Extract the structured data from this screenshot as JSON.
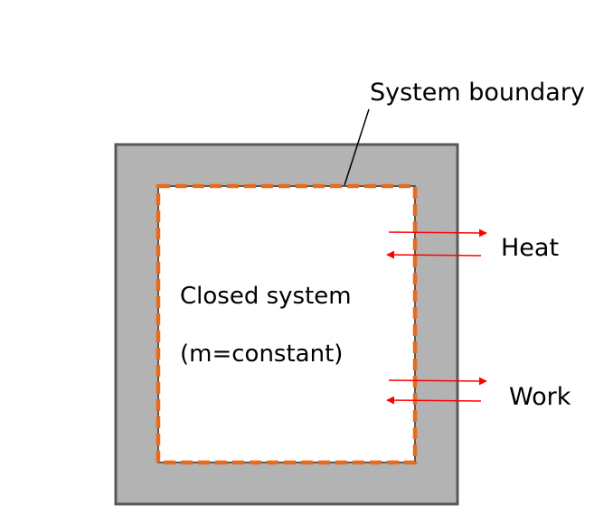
{
  "diagram": {
    "labels": {
      "boundary": "System boundary",
      "system": "Closed system",
      "mass": "(m=constant)",
      "heat": "Heat",
      "work": "Work"
    },
    "colors": {
      "wall_fill": "#b3b3b3",
      "wall_stroke": "#595959",
      "inner_fill": "#ffffff",
      "boundary_dash": "#ea6a1c",
      "arrow": "#ff0000",
      "leader_line": "#000000"
    }
  }
}
